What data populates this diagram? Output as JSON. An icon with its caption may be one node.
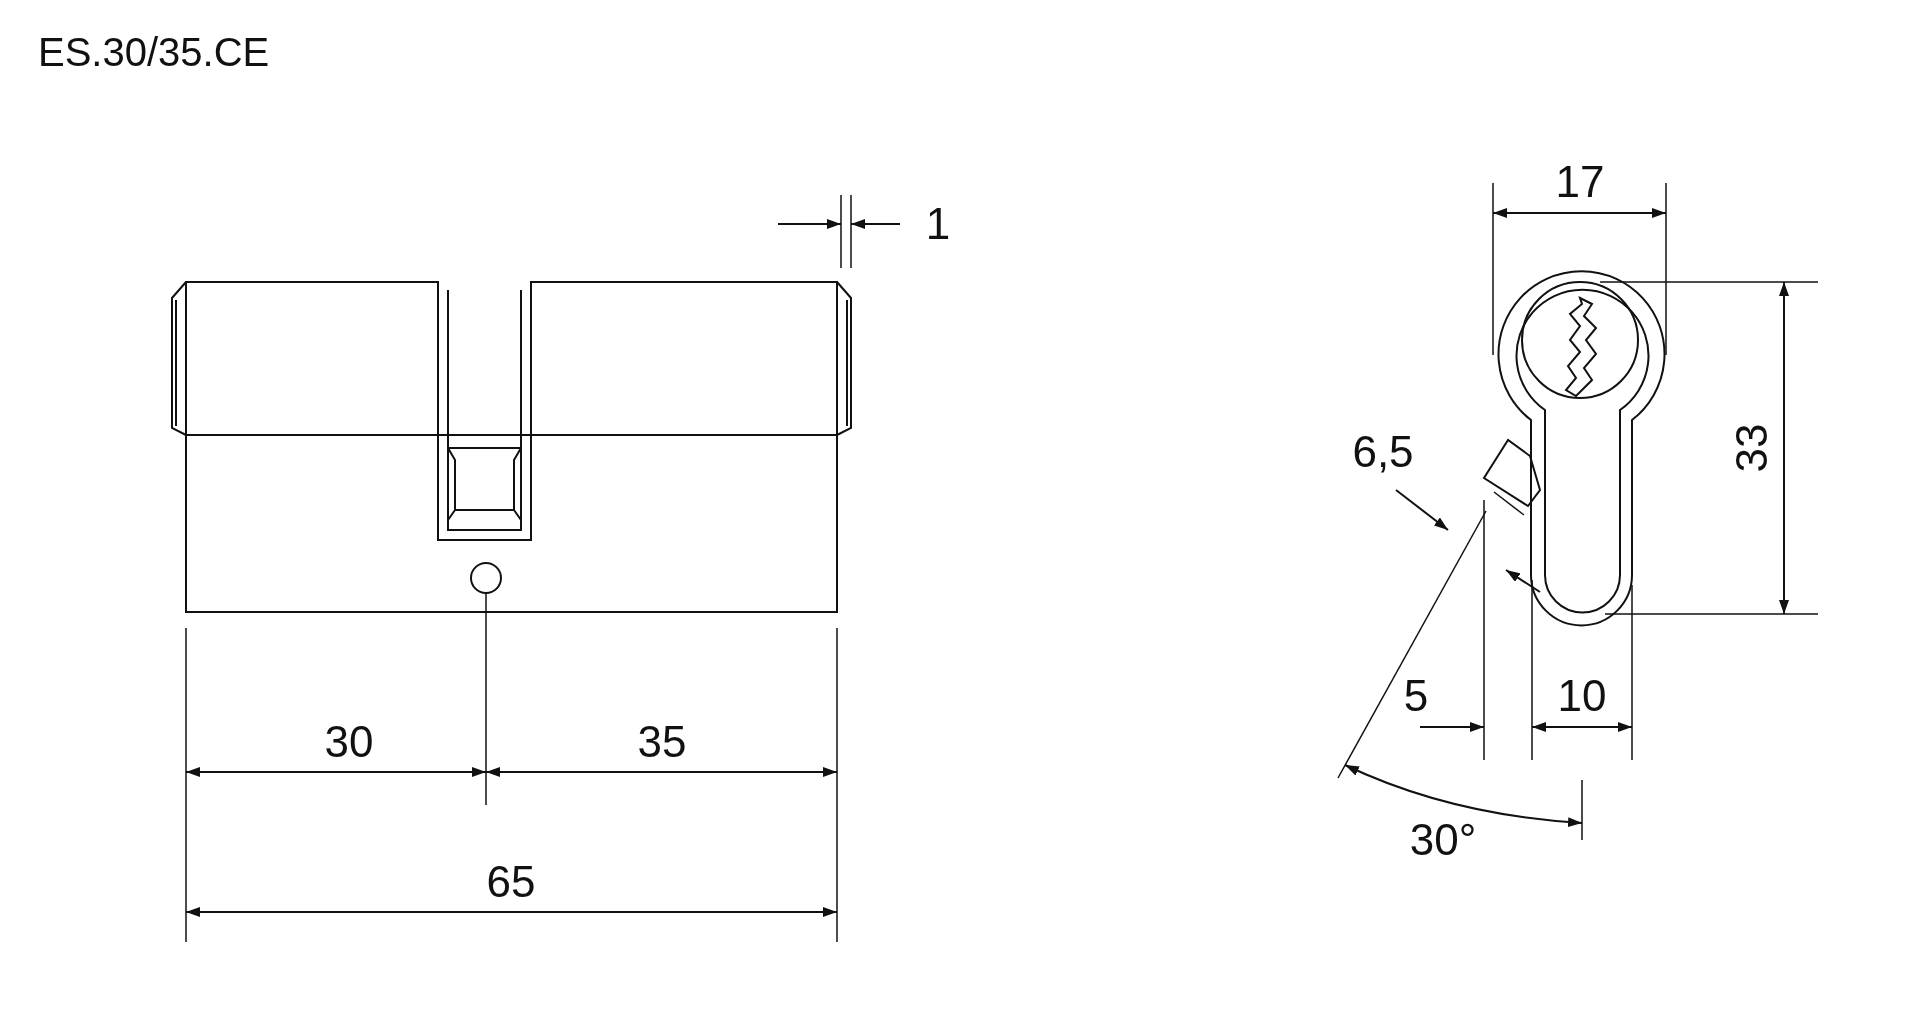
{
  "diagram": {
    "title": "ES.30/35.CE",
    "labels": [
      "1",
      "17",
      "6,5",
      "33",
      "30",
      "35",
      "5",
      "10",
      "30°",
      "65"
    ]
  }
}
